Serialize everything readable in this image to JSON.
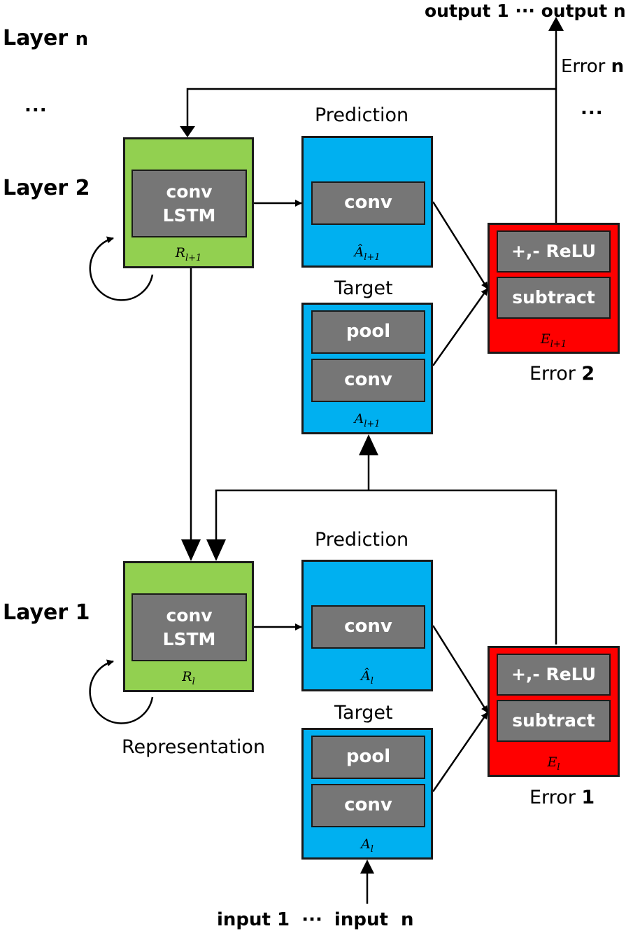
{
  "layers": {
    "layer_n": "Layer",
    "layer_n_index": "n",
    "layer_2": "Layer 2",
    "layer_1": "Layer 1",
    "ellipsis_left": "...",
    "ellipsis_right": "..."
  },
  "top": {
    "output_1": "output 1",
    "output_dots": "···",
    "output_n": "output n",
    "error_label": "Error",
    "error_index": "n"
  },
  "bottom": {
    "input_1_word": "input",
    "input_1_index": "1",
    "input_dots": "···",
    "input_n_word": "input",
    "input_n_index": "n"
  },
  "layer2": {
    "representation_inner": [
      "conv",
      "LSTM"
    ],
    "representation_symbol": "R",
    "representation_subscript": "l+1",
    "prediction_title": "Prediction",
    "prediction_inner": "conv",
    "prediction_symbol": "Â",
    "prediction_subscript": "l+1",
    "target_title": "Target",
    "target_inner_top": "pool",
    "target_inner_bottom": "conv",
    "target_symbol": "A",
    "target_subscript": "l+1",
    "error_inner_top": "+,- ReLU",
    "error_inner_bottom": "subtract",
    "error_symbol": "E",
    "error_subscript": "l+1",
    "error_caption": "Error",
    "error_caption_index": "2"
  },
  "layer1": {
    "representation_inner": [
      "conv",
      "LSTM"
    ],
    "representation_symbol": "R",
    "representation_subscript": "l",
    "representation_caption": "Representation",
    "prediction_title": "Prediction",
    "prediction_inner": "conv",
    "prediction_symbol": "Â",
    "prediction_subscript": "l",
    "target_title": "Target",
    "target_inner_top": "pool",
    "target_inner_bottom": "conv",
    "target_symbol": "A",
    "target_subscript": "l",
    "error_inner_top": "+,- ReLU",
    "error_inner_bottom": "subtract",
    "error_symbol": "E",
    "error_subscript": "l",
    "error_caption": "Error",
    "error_caption_index": "1"
  },
  "colors": {
    "representation": "#92d050",
    "prediction_target": "#00b0f0",
    "error": "#ff0000",
    "inner": "#767676"
  }
}
